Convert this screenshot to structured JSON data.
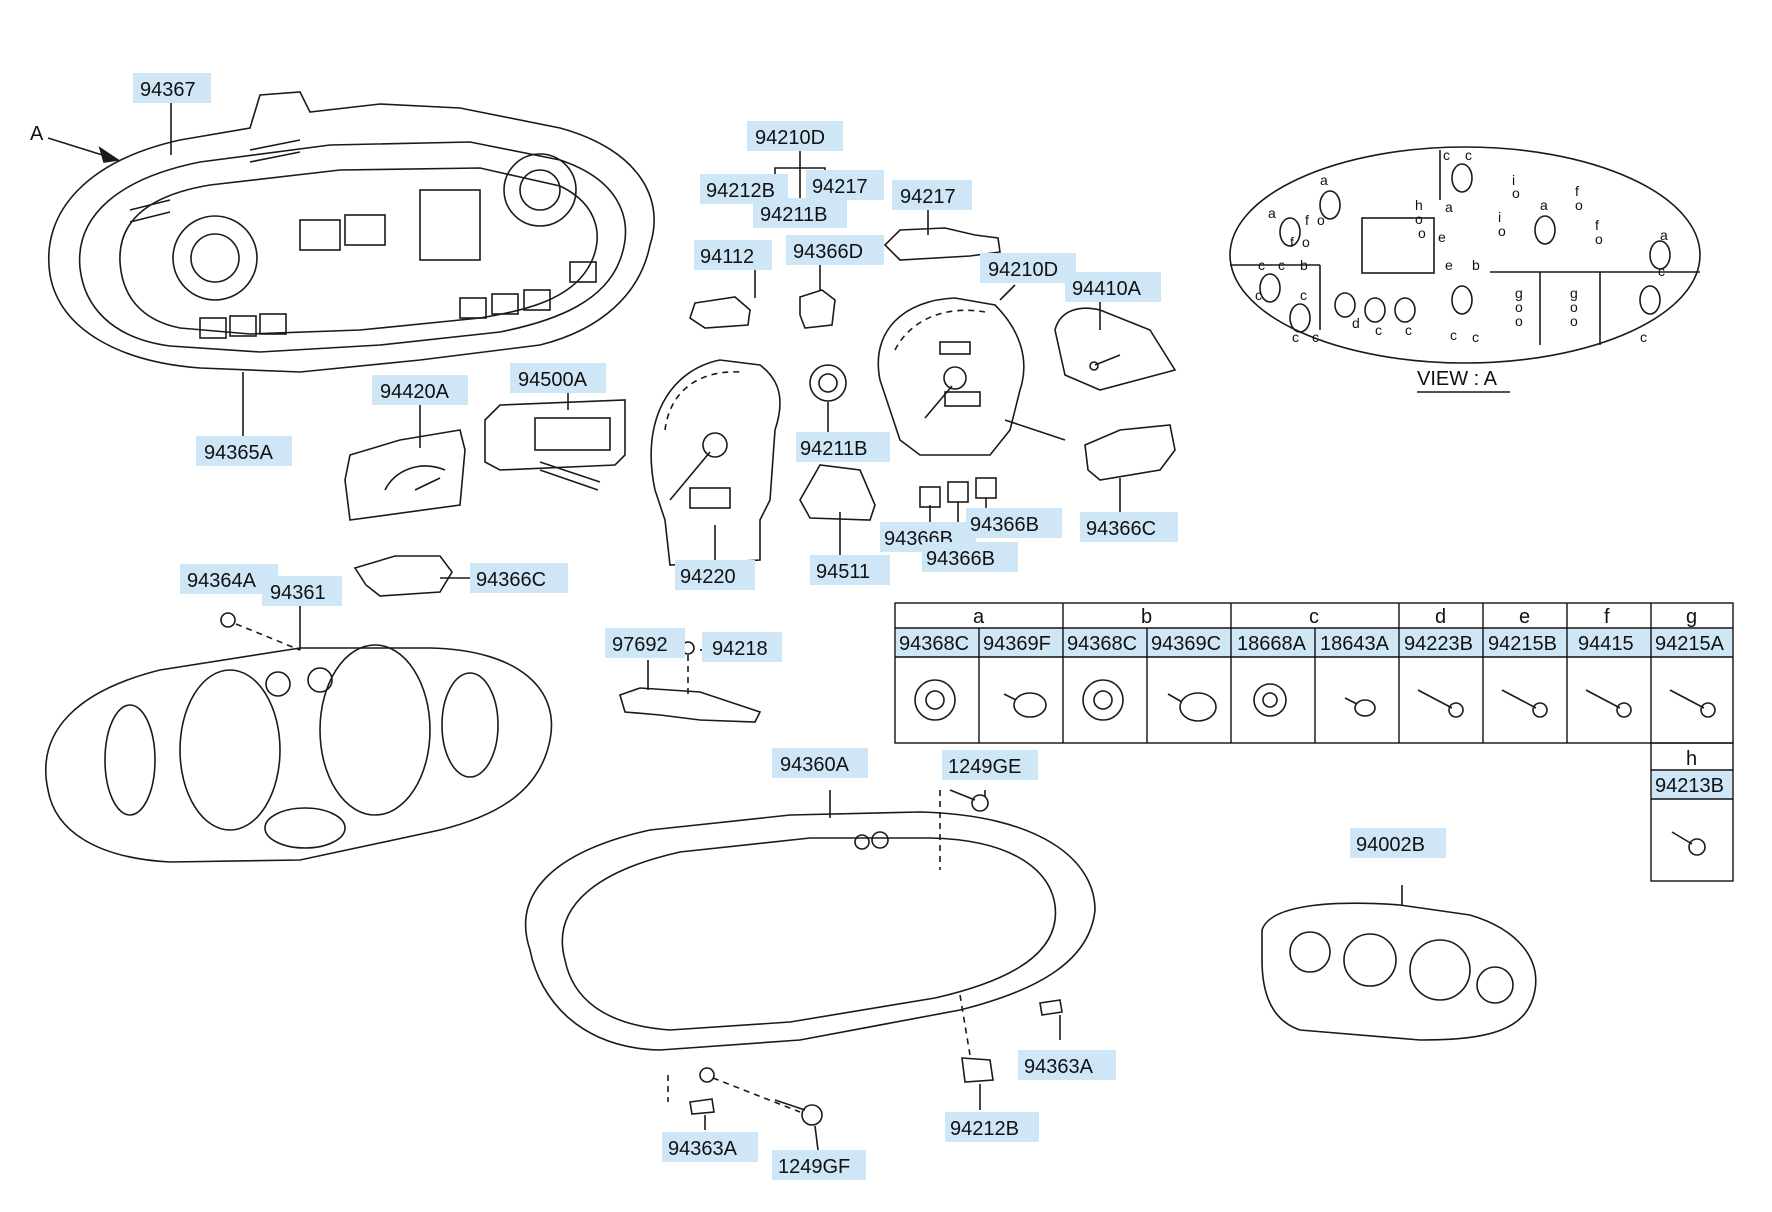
{
  "diagram": {
    "view_marker": "A",
    "view_caption": "VIEW : A",
    "labels": {
      "p94367": "94367",
      "p94365A": "94365A",
      "p94420A": "94420A",
      "p94500A": "94500A",
      "p94210D_top": "94210D",
      "p94212B_top": "94212B",
      "p94217_top": "94217",
      "p94211B_top": "94211B",
      "p94217": "94217",
      "p94112": "94112",
      "p94366D": "94366D",
      "p94210D": "94210D",
      "p94410A": "94410A",
      "p94211B": "94211B",
      "p94220": "94220",
      "p94511": "94511",
      "p94366B_a": "94366B",
      "p94366B_b": "94366B",
      "p94366B_c": "94366B",
      "p94366C_right": "94366C",
      "p94366C_left": "94366C",
      "p94364A": "94364A",
      "p94361": "94361",
      "p97692": "97692",
      "p94218": "94218",
      "p94360A": "94360A",
      "p1249GE": "1249GE",
      "p94363A_right": "94363A",
      "p94212B_bottom": "94212B",
      "p94363A_bottom": "94363A",
      "p1249GF": "1249GF",
      "p94002B": "94002B"
    },
    "view_letters": [
      "c",
      "c",
      "a",
      "a",
      "f",
      "o",
      "f",
      "o",
      "h",
      "o",
      "a",
      "o",
      "e",
      "i",
      "o",
      "i",
      "o",
      "a",
      "f",
      "o",
      "f",
      "o",
      "a",
      "c",
      "c",
      "b",
      "c",
      "e",
      "b",
      "c",
      "d",
      "c",
      "c",
      "c",
      "c",
      "c",
      "g",
      "o",
      "o",
      "g",
      "o",
      "o",
      "c",
      "c",
      "c"
    ],
    "table": {
      "groups": [
        "a",
        "b",
        "c",
        "d",
        "e",
        "f",
        "g"
      ],
      "parts": [
        "94368C",
        "94369F",
        "94368C",
        "94369C",
        "18668A",
        "18643A",
        "94223B",
        "94215B",
        "94415",
        "94215A"
      ],
      "extra_group": "h",
      "extra_part": "94213B"
    }
  }
}
